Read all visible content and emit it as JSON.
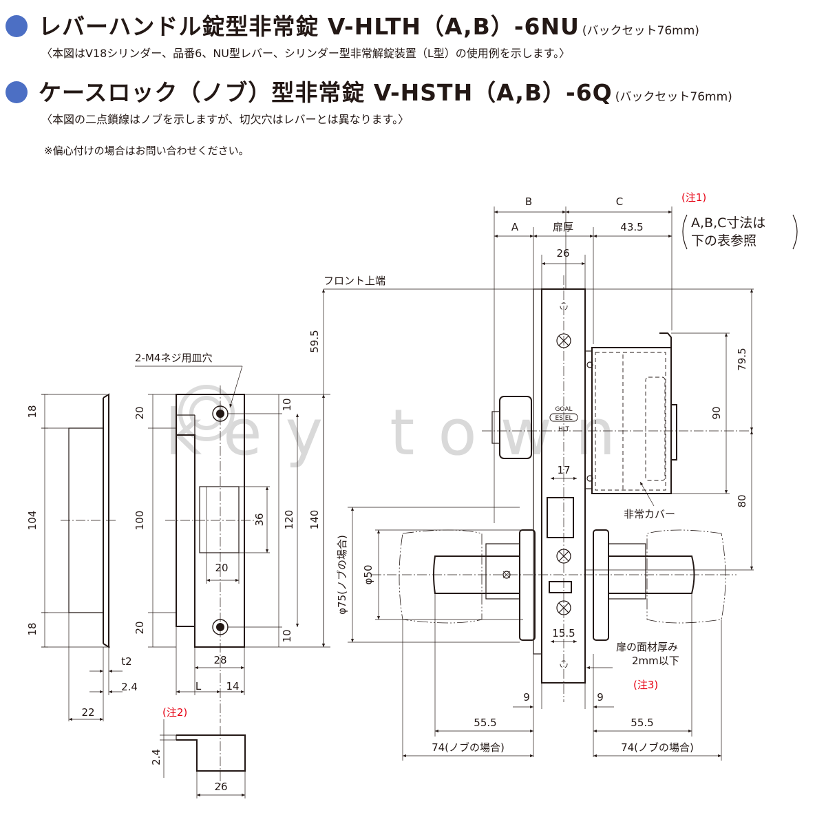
{
  "header": {
    "title1": "レバーハンドル錠型非常錠 V-HLTH（A,B）-6NU",
    "title1_suffix": "(バックセット76mm)",
    "note1": "〈本図はV18シリンダー、品番6、NU型レバー、シリンダー型非常解錠装置（L型）の使用例を示します。〉",
    "title2": "ケースロック（ノブ）型非常錠 V-HSTH（A,B）-6Q",
    "title2_suffix": "(バックセット76mm)",
    "note2": "〈本図の二点鎖線はノブを示しますが、切欠穴はレバーとは異なります。〉",
    "remark": "※偏心付けの場合はお問い合わせください。"
  },
  "watermark": "key town",
  "colors": {
    "bullet": "#4c6fc4",
    "note_red": "#e60012",
    "line": "#231815"
  },
  "strike_view": {
    "screw_label": "2-M4ネジ用皿穴",
    "dims": {
      "d18_top": "18",
      "d104": "104",
      "d18_bottom": "18",
      "d20_top": "20",
      "d100": "100",
      "d20_bottom": "20",
      "d10_top": "10",
      "d36": "36",
      "d120": "120",
      "d140": "140",
      "d10_bottom": "10",
      "d20_hole": "20",
      "d28": "28",
      "d_t2": "t2",
      "d2_4": "2.4",
      "d_L": "L",
      "d14": "14",
      "d22": "22",
      "d2_4_side": "2.4",
      "d26_bottom": "26"
    },
    "note2": "(注2)"
  },
  "lock_view": {
    "labels": {
      "B": "B",
      "C": "C",
      "A": "A",
      "door_thickness": "扉厚",
      "d43_5": "43.5",
      "d26": "26",
      "front_top": "フロント上端",
      "d59_5": "59.5",
      "d79_5": "79.5",
      "d90": "90",
      "d80": "80",
      "emergency_cover": "非常カバー",
      "d17": "17",
      "d15_5": "15.5",
      "d_phi75": "φ75(ノブの場合)",
      "d_phi50": "φ50",
      "face_thickness_1": "扉の面材厚み",
      "face_thickness_2": "2mm以下",
      "d9_left": "9",
      "d9_right": "9",
      "d55_5_left": "55.5",
      "d55_5_right": "55.5",
      "d74_left": "74(ノブの場合)",
      "d74_right": "74(ノブの場合)",
      "front_mark_1": "GOAL",
      "front_mark_2": "ES EL",
      "front_mark_3": "HLT"
    },
    "note1": "(注1)",
    "note1_text_1": "A,B,C寸法は",
    "note1_text_2": "下の表参照",
    "note3": "(注3)"
  }
}
